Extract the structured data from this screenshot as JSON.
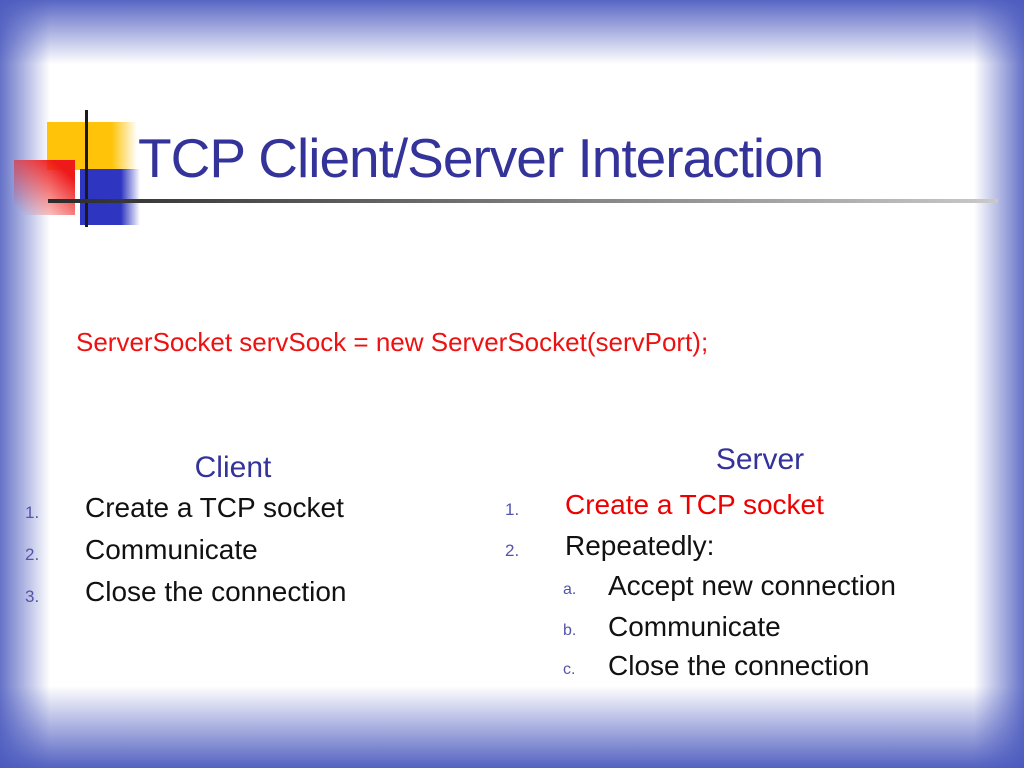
{
  "slide": {
    "title": "TCP Client/Server Interaction",
    "code_line": "ServerSocket servSock = new ServerSocket(servPort);",
    "client": {
      "heading": "Client",
      "items": [
        {
          "marker": "1.",
          "text": "Create a TCP socket"
        },
        {
          "marker": "2.",
          "text": "Communicate"
        },
        {
          "marker": "3.",
          "text": "Close the connection"
        }
      ]
    },
    "server": {
      "heading": "Server",
      "items": [
        {
          "marker": "1.",
          "text": "Create a TCP socket"
        },
        {
          "marker": "2.",
          "text": "Repeatedly:"
        }
      ],
      "subitems": [
        {
          "marker": "a.",
          "text": "Accept new connection"
        },
        {
          "marker": "b.",
          "text": "Communicate"
        },
        {
          "marker": "c.",
          "text": "Close the connection"
        }
      ]
    },
    "colors": {
      "title_blue": "#333399",
      "code_red": "#ee1111",
      "highlight_red": "#ee0000",
      "marker_blue": "#5355aa",
      "edge_blue": "#4a59be",
      "square_yellow": "#ffc40a",
      "square_red": "#ee1a1a",
      "square_blue": "#2e35c0"
    }
  }
}
